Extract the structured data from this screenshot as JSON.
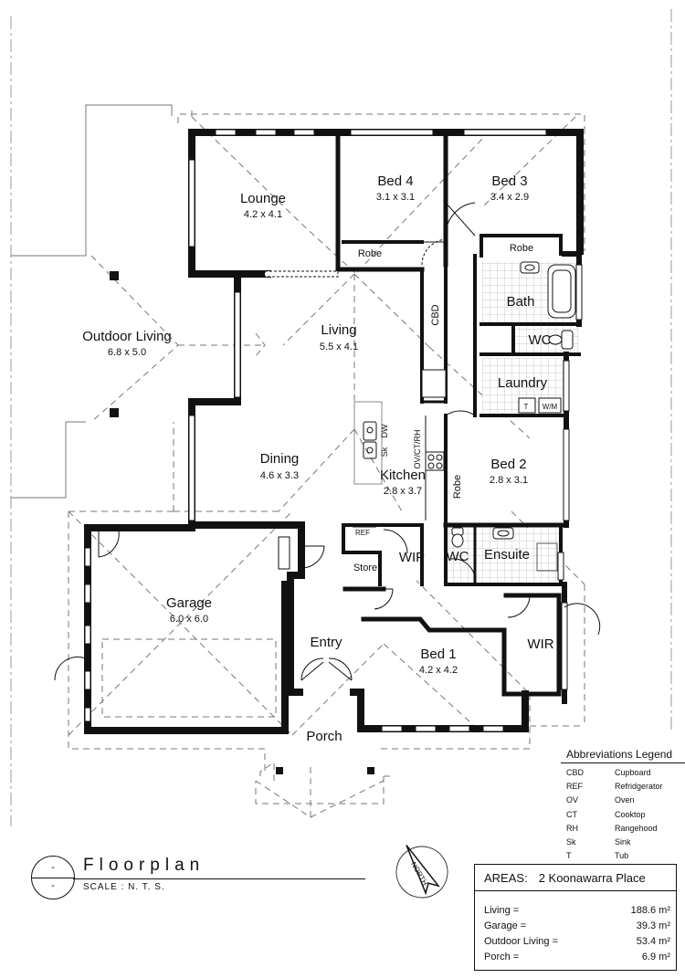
{
  "rooms": {
    "lounge": {
      "name": "Lounge",
      "dims": "4.2 x 4.1"
    },
    "bed4": {
      "name": "Bed 4",
      "dims": "3.1 x 3.1"
    },
    "bed3": {
      "name": "Bed 3",
      "dims": "3.4 x 2.9"
    },
    "outdoor_living": {
      "name": "Outdoor Living",
      "dims": "6.8 x 5.0"
    },
    "living": {
      "name": "Living",
      "dims": "5.5 x 4.1"
    },
    "dining": {
      "name": "Dining",
      "dims": "4.6 x 3.3"
    },
    "kitchen": {
      "name": "Kitchen",
      "dims": "2.8 x 3.7"
    },
    "bed2": {
      "name": "Bed 2",
      "dims": "2.8 x 3.1"
    },
    "garage": {
      "name": "Garage",
      "dims": "6.0 x 6.0"
    },
    "bed1": {
      "name": "Bed 1",
      "dims": "4.2 x 4.2"
    },
    "bath": {
      "name": "Bath"
    },
    "wc_main": {
      "name": "WC"
    },
    "laundry": {
      "name": "Laundry"
    },
    "ensuite": {
      "name": "Ensuite"
    },
    "wc_ensuite": {
      "name": "WC"
    },
    "wip": {
      "name": "WIP"
    },
    "wir": {
      "name": "WIR"
    },
    "entry": {
      "name": "Entry"
    },
    "porch": {
      "name": "Porch"
    },
    "store": {
      "name": "Store"
    }
  },
  "fixtures": {
    "robe_bed4": "Robe",
    "robe_bed3": "Robe",
    "robe_bed2": "Robe",
    "cbd": "CBD",
    "ref": "REF",
    "dw": "DW",
    "sk": "Sk",
    "ov_ct_rh": "OV/CT/RH",
    "tub": "T",
    "wm": "W/M"
  },
  "north": {
    "label": "NORTH"
  },
  "legend": {
    "title": "Abbreviations Legend",
    "items": [
      {
        "abbr": "CBD",
        "meaning": "Cupboard"
      },
      {
        "abbr": "REF",
        "meaning": "Refridgerator"
      },
      {
        "abbr": "OV",
        "meaning": "Oven"
      },
      {
        "abbr": "CT",
        "meaning": "Cooktop"
      },
      {
        "abbr": "RH",
        "meaning": "Rangehood"
      },
      {
        "abbr": "Sk",
        "meaning": "Sink"
      },
      {
        "abbr": "T",
        "meaning": "Tub"
      }
    ]
  },
  "title_block": {
    "detail_top": "-",
    "detail_bottom": "-",
    "title": "Floorplan",
    "scale": "SCALE : N. T. S."
  },
  "areas": {
    "heading": "AREAS:",
    "address": "2 Koonawarra Place",
    "rows": [
      {
        "label": "Living =",
        "value": "188.6 m²"
      },
      {
        "label": "Garage =",
        "value": "39.3 m²"
      },
      {
        "label": "Outdoor Living =",
        "value": "53.4 m²"
      },
      {
        "label": "Porch =",
        "value": "6.9 m²"
      }
    ]
  },
  "colors": {
    "wall": "#111111",
    "roofline": "#777777",
    "tile": "#cfcfcf"
  }
}
